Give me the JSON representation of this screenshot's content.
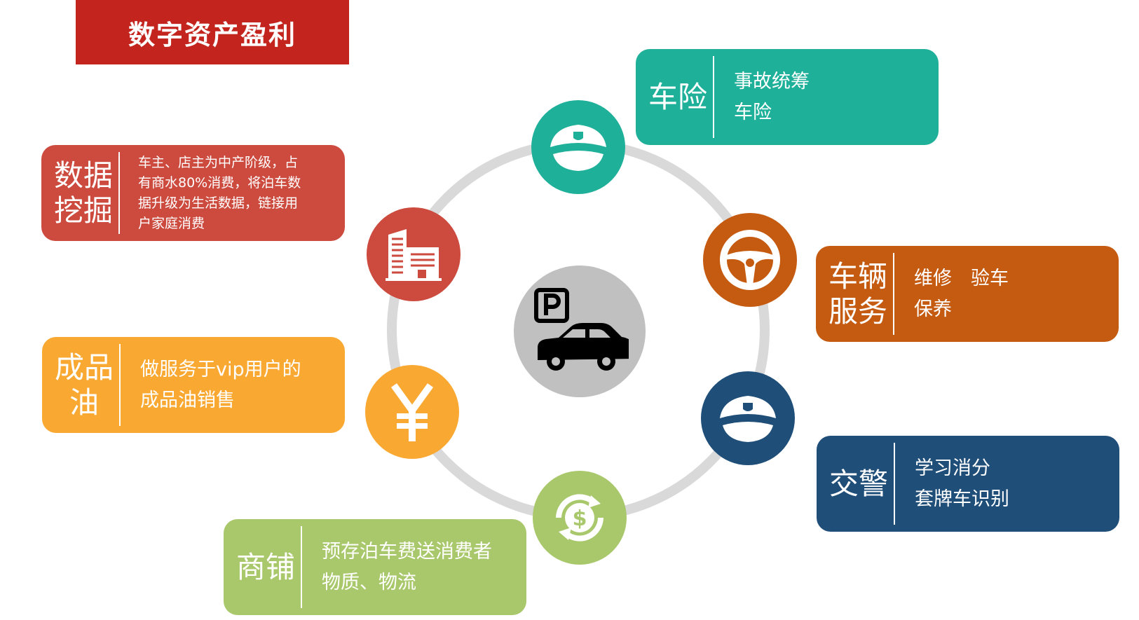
{
  "title": "数字资产盈利",
  "colors": {
    "title_bg": "#c3241d",
    "ring": "#d9d9d9",
    "center": "#c0c0c0",
    "teal": "#1fb09a",
    "orange": "#c55a11",
    "navy": "#1f4e79",
    "green": "#a9c86c",
    "yellow": "#f9a832",
    "red": "#cc4a3e"
  },
  "center": {
    "icon": "parking-car-icon"
  },
  "nodes": [
    {
      "id": "car-insurance",
      "icon": "police-cap-icon"
    },
    {
      "id": "vehicle-service",
      "icon": "steering-wheel-icon"
    },
    {
      "id": "traffic-police",
      "icon": "police-cap-icon"
    },
    {
      "id": "shop",
      "icon": "dollar-cycle-icon"
    },
    {
      "id": "fuel",
      "icon": "yen-icon"
    },
    {
      "id": "data-mining",
      "icon": "building-icon"
    }
  ],
  "cards": {
    "car_insurance": {
      "title": [
        "车险"
      ],
      "lines": [
        "事故统筹",
        "车险"
      ]
    },
    "vehicle_service": {
      "title": [
        "车辆",
        "服务"
      ],
      "lines": [
        "维修　验车",
        "保养"
      ]
    },
    "traffic_police": {
      "title": [
        "交警"
      ],
      "lines": [
        "学习消分",
        "套牌车识别"
      ]
    },
    "shop": {
      "title": [
        "商铺"
      ],
      "lines": [
        "预存泊车费送消费者",
        "物质、物流"
      ]
    },
    "fuel": {
      "title": [
        "成品",
        "油"
      ],
      "lines": [
        "做服务于vip用户的",
        "成品油销售"
      ]
    },
    "data_mining": {
      "title": [
        "数据",
        "挖掘"
      ],
      "lines": [
        "车主、店主为中产阶级，占",
        "有商水80%消费，将泊车数",
        "据升级为生活数据，链接用",
        "户家庭消费"
      ]
    }
  }
}
